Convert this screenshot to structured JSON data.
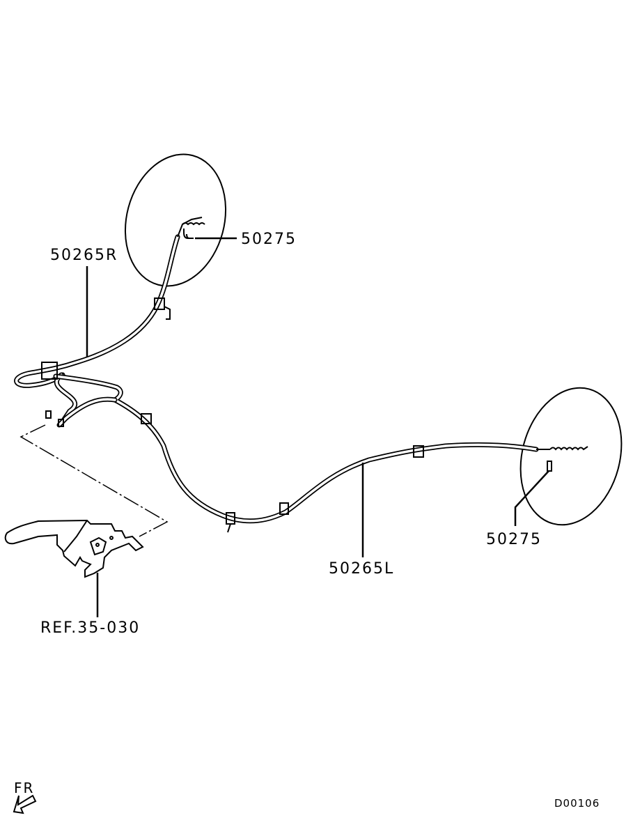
{
  "diagram": {
    "callouts": {
      "clip_upper": "50275",
      "cable_right": "50265R",
      "cable_left": "50265L",
      "clip_lower": "50275",
      "lever_ref": "REF.35-030"
    },
    "orientation_label": "FR",
    "drawing_code": "D00106"
  }
}
